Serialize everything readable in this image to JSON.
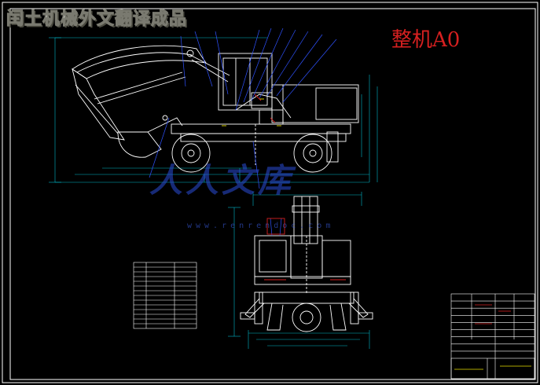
{
  "header": {
    "title": "闰土机械外文翻译成品"
  },
  "badge": {
    "label": "整机A0"
  },
  "watermark": {
    "text": "人人文库",
    "url": "www.renrendoc.com"
  },
  "colors": {
    "background": "#000000",
    "frame": "#ffffff",
    "outline": "#ffffff",
    "dimension": "#00b8c8",
    "leader": "#2f52ff",
    "accent_red": "#d62020",
    "accent_yellow": "#e8e000"
  },
  "drawing": {
    "views": [
      "side-elevation",
      "front-elevation"
    ],
    "parts_list_rows": 14,
    "title_block_rows": 9
  }
}
